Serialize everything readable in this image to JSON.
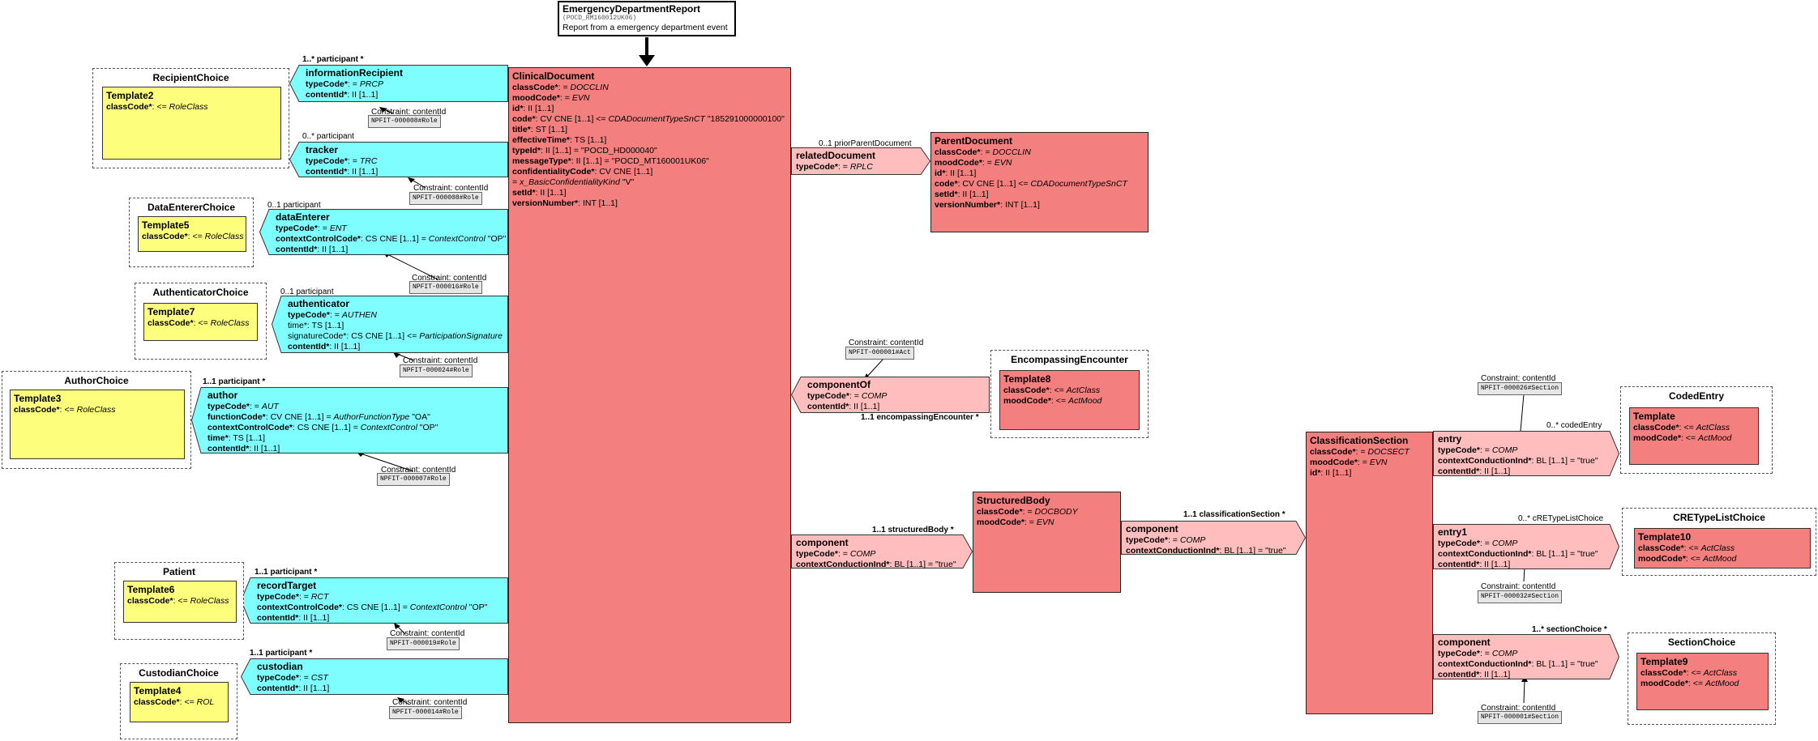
{
  "header": {
    "title": "EmergencyDepartmentReport",
    "subtitle": "(POCD_RM160012UK06)",
    "description": "Report from a emergency department event"
  },
  "clinical_document": {
    "title": "ClinicalDocument",
    "attrs": [
      {
        "name": "classCode*",
        "rest": ": = ",
        "val": "DOCCLIN",
        "tail": ""
      },
      {
        "name": "moodCode*",
        "rest": ": = ",
        "val": "EVN",
        "tail": ""
      },
      {
        "name": "id*",
        "rest": ": II [1..1]",
        "val": "",
        "tail": ""
      },
      {
        "name": "code*",
        "rest": ": CV CNE [1..1] <= ",
        "val": "CDADocumentTypeSnCT",
        "tail": " \"185291000000100\""
      },
      {
        "name": "title*",
        "rest": ": ST [1..1]",
        "val": "",
        "tail": ""
      },
      {
        "name": "effectiveTime*",
        "rest": ": TS [1..1]",
        "val": "",
        "tail": ""
      },
      {
        "name": "typeId*",
        "rest": ": II [1..1] = \"POCD_HD000040\"",
        "val": "",
        "tail": ""
      },
      {
        "name": "messageType*",
        "rest": ": II [1..1] = \"POCD_MT160001UK06\"",
        "val": "",
        "tail": ""
      },
      {
        "name": "confidentialityCode*",
        "rest": ": CV CNE [1..1]",
        "val": "",
        "tail": ""
      },
      {
        "name": "",
        "rest": " = ",
        "val": "x_BasicConfidentialityKind",
        "tail": " \"V\""
      },
      {
        "name": "setId*",
        "rest": ": II [1..1]",
        "val": "",
        "tail": ""
      },
      {
        "name": "versionNumber*",
        "rest": ": INT [1..1]",
        "val": "",
        "tail": ""
      }
    ]
  },
  "participants": {
    "informationRecipient": {
      "title": "informationRecipient",
      "card": "1..* participant  *",
      "attrs": [
        {
          "name": "typeCode*",
          "rest": ": = ",
          "val": "PRCP",
          "tail": ""
        },
        {
          "name": "contentId*",
          "rest": ": II [1..1]",
          "val": "",
          "tail": ""
        }
      ],
      "constraint": "Constraint: contentId",
      "cid": "NPFIT-000008#Role"
    },
    "tracker": {
      "title": "tracker",
      "card": "0..* participant",
      "attrs": [
        {
          "name": "typeCode*",
          "rest": ": = ",
          "val": "TRC",
          "tail": ""
        },
        {
          "name": "contentId*",
          "rest": ": II [1..1]",
          "val": "",
          "tail": ""
        }
      ],
      "constraint": "Constraint: contentId",
      "cid": "NPFIT-000008#Role"
    },
    "dataEnterer": {
      "title": "dataEnterer",
      "card": "0..1 participant",
      "attrs": [
        {
          "name": "typeCode*",
          "rest": ": = ",
          "val": "ENT",
          "tail": ""
        },
        {
          "name": "contextControlCode*",
          "rest": ": CS CNE [1..1] = ",
          "val": "ContextControl",
          "tail": " \"OP\""
        },
        {
          "name": "contentId*",
          "rest": ": II [1..1]",
          "val": "",
          "tail": ""
        }
      ],
      "constraint": "Constraint: contentId",
      "cid": "NPFIT-000016#Role"
    },
    "authenticator": {
      "title": "authenticator",
      "card": "0..1 participant",
      "attrs": [
        {
          "name": "typeCode*",
          "rest": ": = ",
          "val": "AUTHEN",
          "tail": ""
        },
        {
          "name": "",
          "rest": "time*: TS [1..1]",
          "val": "",
          "tail": ""
        },
        {
          "name": "",
          "rest": "signatureCode*: CS CNE [1..1] <= ",
          "val": "ParticipationSignature",
          "tail": ""
        },
        {
          "name": "contentId*",
          "rest": ": II [1..1]",
          "val": "",
          "tail": ""
        }
      ],
      "constraint": "Constraint: contentId",
      "cid": "NPFIT-000024#Role"
    },
    "author": {
      "title": "author",
      "card": "1..1 participant  *",
      "attrs": [
        {
          "name": "typeCode*",
          "rest": ": = ",
          "val": "AUT",
          "tail": ""
        },
        {
          "name": "functionCode*",
          "rest": ": CV CNE [1..1] = ",
          "val": "AuthorFunctionType",
          "tail": " \"OA\""
        },
        {
          "name": "contextControlCode*",
          "rest": ": CS CNE [1..1] = ",
          "val": "ContextControl",
          "tail": " \"OP\""
        },
        {
          "name": "time*",
          "rest": ": TS [1..1]",
          "val": "",
          "tail": ""
        },
        {
          "name": "contentId*",
          "rest": ": II [1..1]",
          "val": "",
          "tail": ""
        }
      ],
      "constraint": "Constraint: contentId",
      "cid": "NPFIT-000007#Role"
    },
    "recordTarget": {
      "title": "recordTarget",
      "card": "1..1 participant  *",
      "attrs": [
        {
          "name": "typeCode*",
          "rest": ": = ",
          "val": "RCT",
          "tail": ""
        },
        {
          "name": "contextControlCode*",
          "rest": ": CS CNE [1..1] = ",
          "val": "ContextControl",
          "tail": " \"OP\""
        },
        {
          "name": "contentId*",
          "rest": ": II [1..1]",
          "val": "",
          "tail": ""
        }
      ],
      "constraint": "Constraint: contentId",
      "cid": "NPFIT-000019#Role"
    },
    "custodian": {
      "title": "custodian",
      "card": "1..1 participant  *",
      "attrs": [
        {
          "name": "typeCode*",
          "rest": ": = ",
          "val": "CST",
          "tail": ""
        },
        {
          "name": "contentId*",
          "rest": ": II [1..1]",
          "val": "",
          "tail": ""
        }
      ],
      "constraint": "Constraint: contentId",
      "cid": "NPFIT-000014#Role"
    }
  },
  "choices": {
    "recipient": {
      "title": "RecipientChoice",
      "tpl": "Template2",
      "attr_name": "classCode*",
      "attr_rest": ": <= ",
      "attr_val": "RoleClass"
    },
    "dataEnterer": {
      "title": "DataEntererChoice",
      "tpl": "Template5",
      "attr_name": "classCode*",
      "attr_rest": ": <= ",
      "attr_val": "RoleClass"
    },
    "authenticator": {
      "title": "AuthenticatorChoice",
      "tpl": "Template7",
      "attr_name": "classCode*",
      "attr_rest": ": <= ",
      "attr_val": "RoleClass"
    },
    "author": {
      "title": "AuthorChoice",
      "tpl": "Template3",
      "attr_name": "classCode*",
      "attr_rest": ": <= ",
      "attr_val": "RoleClass"
    },
    "patient": {
      "title": "Patient",
      "tpl": "Template6",
      "attr_name": "classCode*",
      "attr_rest": ": <= ",
      "attr_val": "RoleClass"
    },
    "custodian": {
      "title": "CustodianChoice",
      "tpl": "Template4",
      "attr_name": "classCode*",
      "attr_rest": ": <= ",
      "attr_val": "ROL"
    }
  },
  "related_document": {
    "title": "relatedDocument",
    "card": "0..1 priorParentDocument",
    "attr_name": "typeCode*",
    "attr_rest": ": = ",
    "attr_val": "RPLC"
  },
  "parent_document": {
    "title": "ParentDocument",
    "attrs": [
      {
        "name": "classCode*",
        "rest": ": = ",
        "val": "DOCCLIN",
        "tail": ""
      },
      {
        "name": "moodCode*",
        "rest": ": = ",
        "val": "EVN",
        "tail": ""
      },
      {
        "name": "id*",
        "rest": ": II [1..1]",
        "val": "",
        "tail": ""
      },
      {
        "name": "code*",
        "rest": ": CV CNE [1..1] <= ",
        "val": "CDADocumentTypeSnCT",
        "tail": ""
      },
      {
        "name": "setId*",
        "rest": ": II [1..1]",
        "val": "",
        "tail": ""
      },
      {
        "name": "versionNumber*",
        "rest": ": INT [1..1]",
        "val": "",
        "tail": ""
      }
    ]
  },
  "component_of": {
    "title": "componentOf",
    "card": "1..1 encompassingEncounter  *",
    "attrs": [
      {
        "name": "typeCode*",
        "rest": ": = ",
        "val": "COMP",
        "tail": ""
      },
      {
        "name": "contentId*",
        "rest": ": II [1..1]",
        "val": "",
        "tail": ""
      }
    ],
    "constraint": "Constraint: contentId",
    "cid": "NPFIT-000001#Act"
  },
  "encompassing": {
    "title": "EncompassingEncounter",
    "tpl": "Template8",
    "attrs": [
      {
        "name": "classCode*",
        "rest": ": <= ",
        "val": "ActClass",
        "tail": ""
      },
      {
        "name": "moodCode*",
        "rest": ": <= ",
        "val": "ActMood",
        "tail": ""
      }
    ]
  },
  "component_body": {
    "title": "component",
    "card": "1..1 structuredBody  *",
    "attrs": [
      {
        "name": "typeCode*",
        "rest": ": = ",
        "val": "COMP",
        "tail": ""
      },
      {
        "name": "contextConductionInd*",
        "rest": ": BL [1..1] = \"true\"",
        "val": "",
        "tail": ""
      }
    ]
  },
  "structured_body": {
    "title": "StructuredBody",
    "attrs": [
      {
        "name": "classCode*",
        "rest": ": = ",
        "val": "DOCBODY",
        "tail": ""
      },
      {
        "name": "moodCode*",
        "rest": ": = ",
        "val": "EVN",
        "tail": ""
      }
    ]
  },
  "component_section": {
    "title": "component",
    "card": "1..1 classificationSection  *",
    "attrs": [
      {
        "name": "typeCode*",
        "rest": ": = ",
        "val": "COMP",
        "tail": ""
      },
      {
        "name": "contextConductionInd*",
        "rest": ": BL [1..1] = \"true\"",
        "val": "",
        "tail": ""
      }
    ]
  },
  "classification": {
    "title": "ClassificationSection",
    "attrs": [
      {
        "name": "classCode*",
        "rest": ": = ",
        "val": "DOCSECT",
        "tail": ""
      },
      {
        "name": "moodCode*",
        "rest": ": = ",
        "val": "EVN",
        "tail": ""
      },
      {
        "name": "id*",
        "rest": ": II [1..1]",
        "val": "",
        "tail": ""
      }
    ]
  },
  "entry": {
    "title": "entry",
    "card": "0..* codedEntry",
    "attrs": [
      {
        "name": "typeCode*",
        "rest": ": = ",
        "val": "COMP",
        "tail": ""
      },
      {
        "name": "contextConductionInd*",
        "rest": ": BL [1..1] = \"true\"",
        "val": "",
        "tail": ""
      },
      {
        "name": "contentId*",
        "rest": ": II [1..1]",
        "val": "",
        "tail": ""
      }
    ],
    "constraint": "Constraint: contentId",
    "cid": "NPFIT-000026#Section"
  },
  "entry1": {
    "title": "entry1",
    "card": "0..* cRETypeListChoice",
    "attrs": [
      {
        "name": "typeCode*",
        "rest": ": = ",
        "val": "COMP",
        "tail": ""
      },
      {
        "name": "contextConductionInd*",
        "rest": ": BL [1..1] = \"true\"",
        "val": "",
        "tail": ""
      },
      {
        "name": "contentId*",
        "rest": ": II [1..1]",
        "val": "",
        "tail": ""
      }
    ],
    "constraint": "Constraint: contentId",
    "cid": "NPFIT-000032#Section"
  },
  "component_sub": {
    "title": "component",
    "card": "1..* sectionChoice  *",
    "attrs": [
      {
        "name": "typeCode*",
        "rest": ": = ",
        "val": "COMP",
        "tail": ""
      },
      {
        "name": "contextConductionInd*",
        "rest": ": BL [1..1] = \"true\"",
        "val": "",
        "tail": ""
      },
      {
        "name": "contentId*",
        "rest": ": II [1..1]",
        "val": "",
        "tail": ""
      }
    ],
    "constraint": "Constraint: contentId",
    "cid": "NPFIT-000001#Section"
  },
  "coded_entry": {
    "title": "CodedEntry",
    "tpl": "Template",
    "attrs": [
      {
        "name": "classCode*",
        "rest": ": <= ",
        "val": "ActClass",
        "tail": ""
      },
      {
        "name": "moodCode*",
        "rest": ": <= ",
        "val": "ActMood",
        "tail": ""
      }
    ]
  },
  "cre_choice": {
    "title": "CRETypeListChoice",
    "tpl": "Template10",
    "attrs": [
      {
        "name": "classCode*",
        "rest": ": <= ",
        "val": "ActClass",
        "tail": ""
      },
      {
        "name": "moodCode*",
        "rest": ": <= ",
        "val": "ActMood",
        "tail": ""
      }
    ]
  },
  "section_choice": {
    "title": "SectionChoice",
    "tpl": "Template9",
    "attrs": [
      {
        "name": "classCode*",
        "rest": ": <= ",
        "val": "ActClass",
        "tail": ""
      },
      {
        "name": "moodCode*",
        "rest": ": <= ",
        "val": "ActMood",
        "tail": ""
      }
    ]
  },
  "colors": {
    "act_red": "#f47f7f",
    "act_pink": "#ffbdbd",
    "participation_cyan": "#7ffeff",
    "role_yellow": "#fefe7d"
  }
}
